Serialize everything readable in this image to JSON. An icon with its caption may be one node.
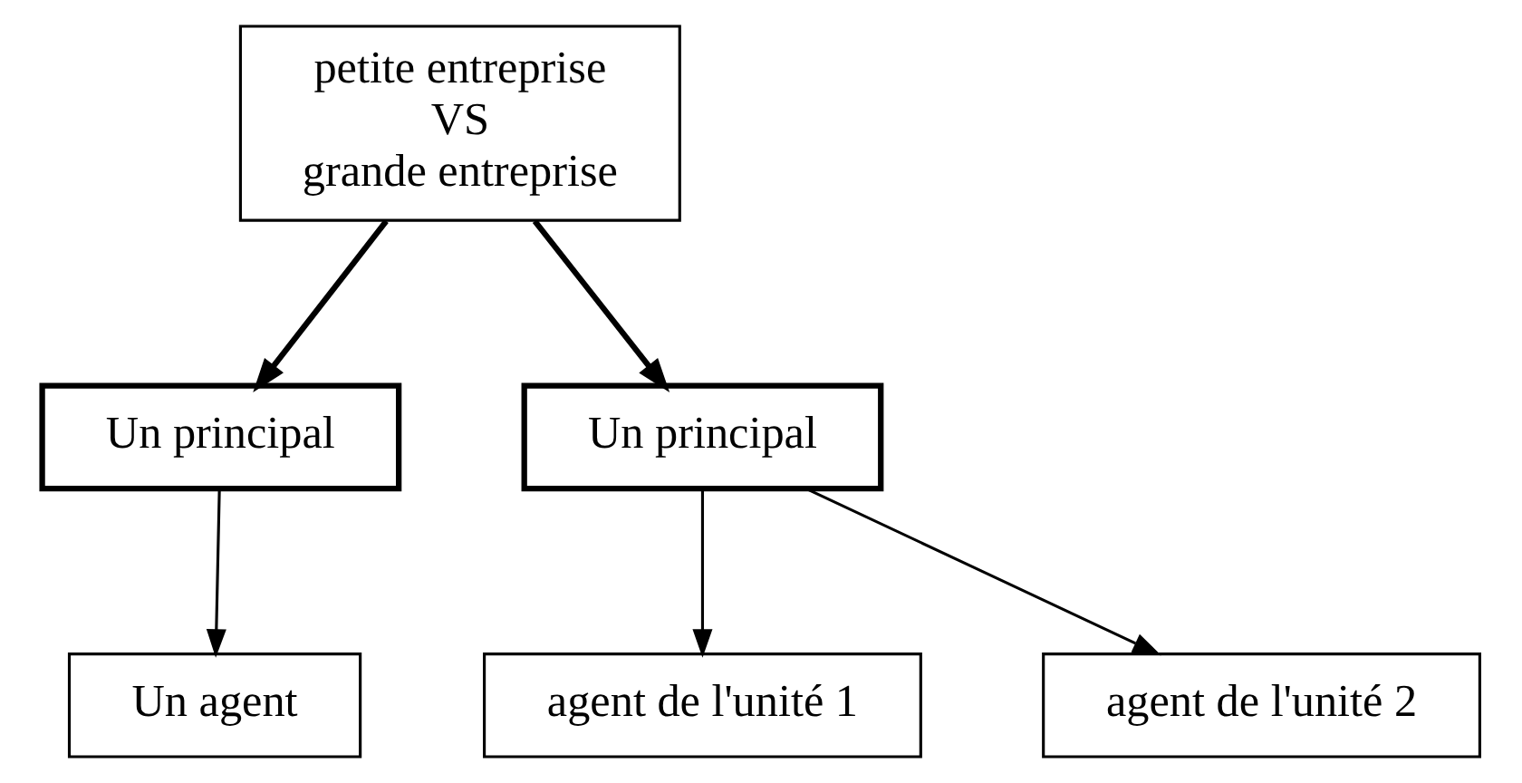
{
  "diagram": {
    "nodes": [
      {
        "text": [
          "petite entreprise",
          "VS",
          "grande entreprise"
        ]
      },
      {
        "text": [
          "Un principal"
        ]
      },
      {
        "text": [
          "Un agent"
        ]
      },
      {
        "text": [
          "Un principal"
        ]
      },
      {
        "text": [
          "agent de l'unité 1"
        ]
      },
      {
        "text": [
          "agent de l'unité 2"
        ]
      }
    ],
    "edges": [
      {
        "from": 0,
        "to": 1,
        "arrow": "to",
        "style": "thick"
      },
      {
        "from": 1,
        "to": 2,
        "arrow": "to"
      },
      {
        "from": 0,
        "to": 3,
        "arrow": "to",
        "style": "thick"
      },
      {
        "from": 3,
        "to": 4,
        "arrow": "to"
      },
      {
        "from": 3,
        "to": 5,
        "arrow": "to"
      }
    ]
  }
}
